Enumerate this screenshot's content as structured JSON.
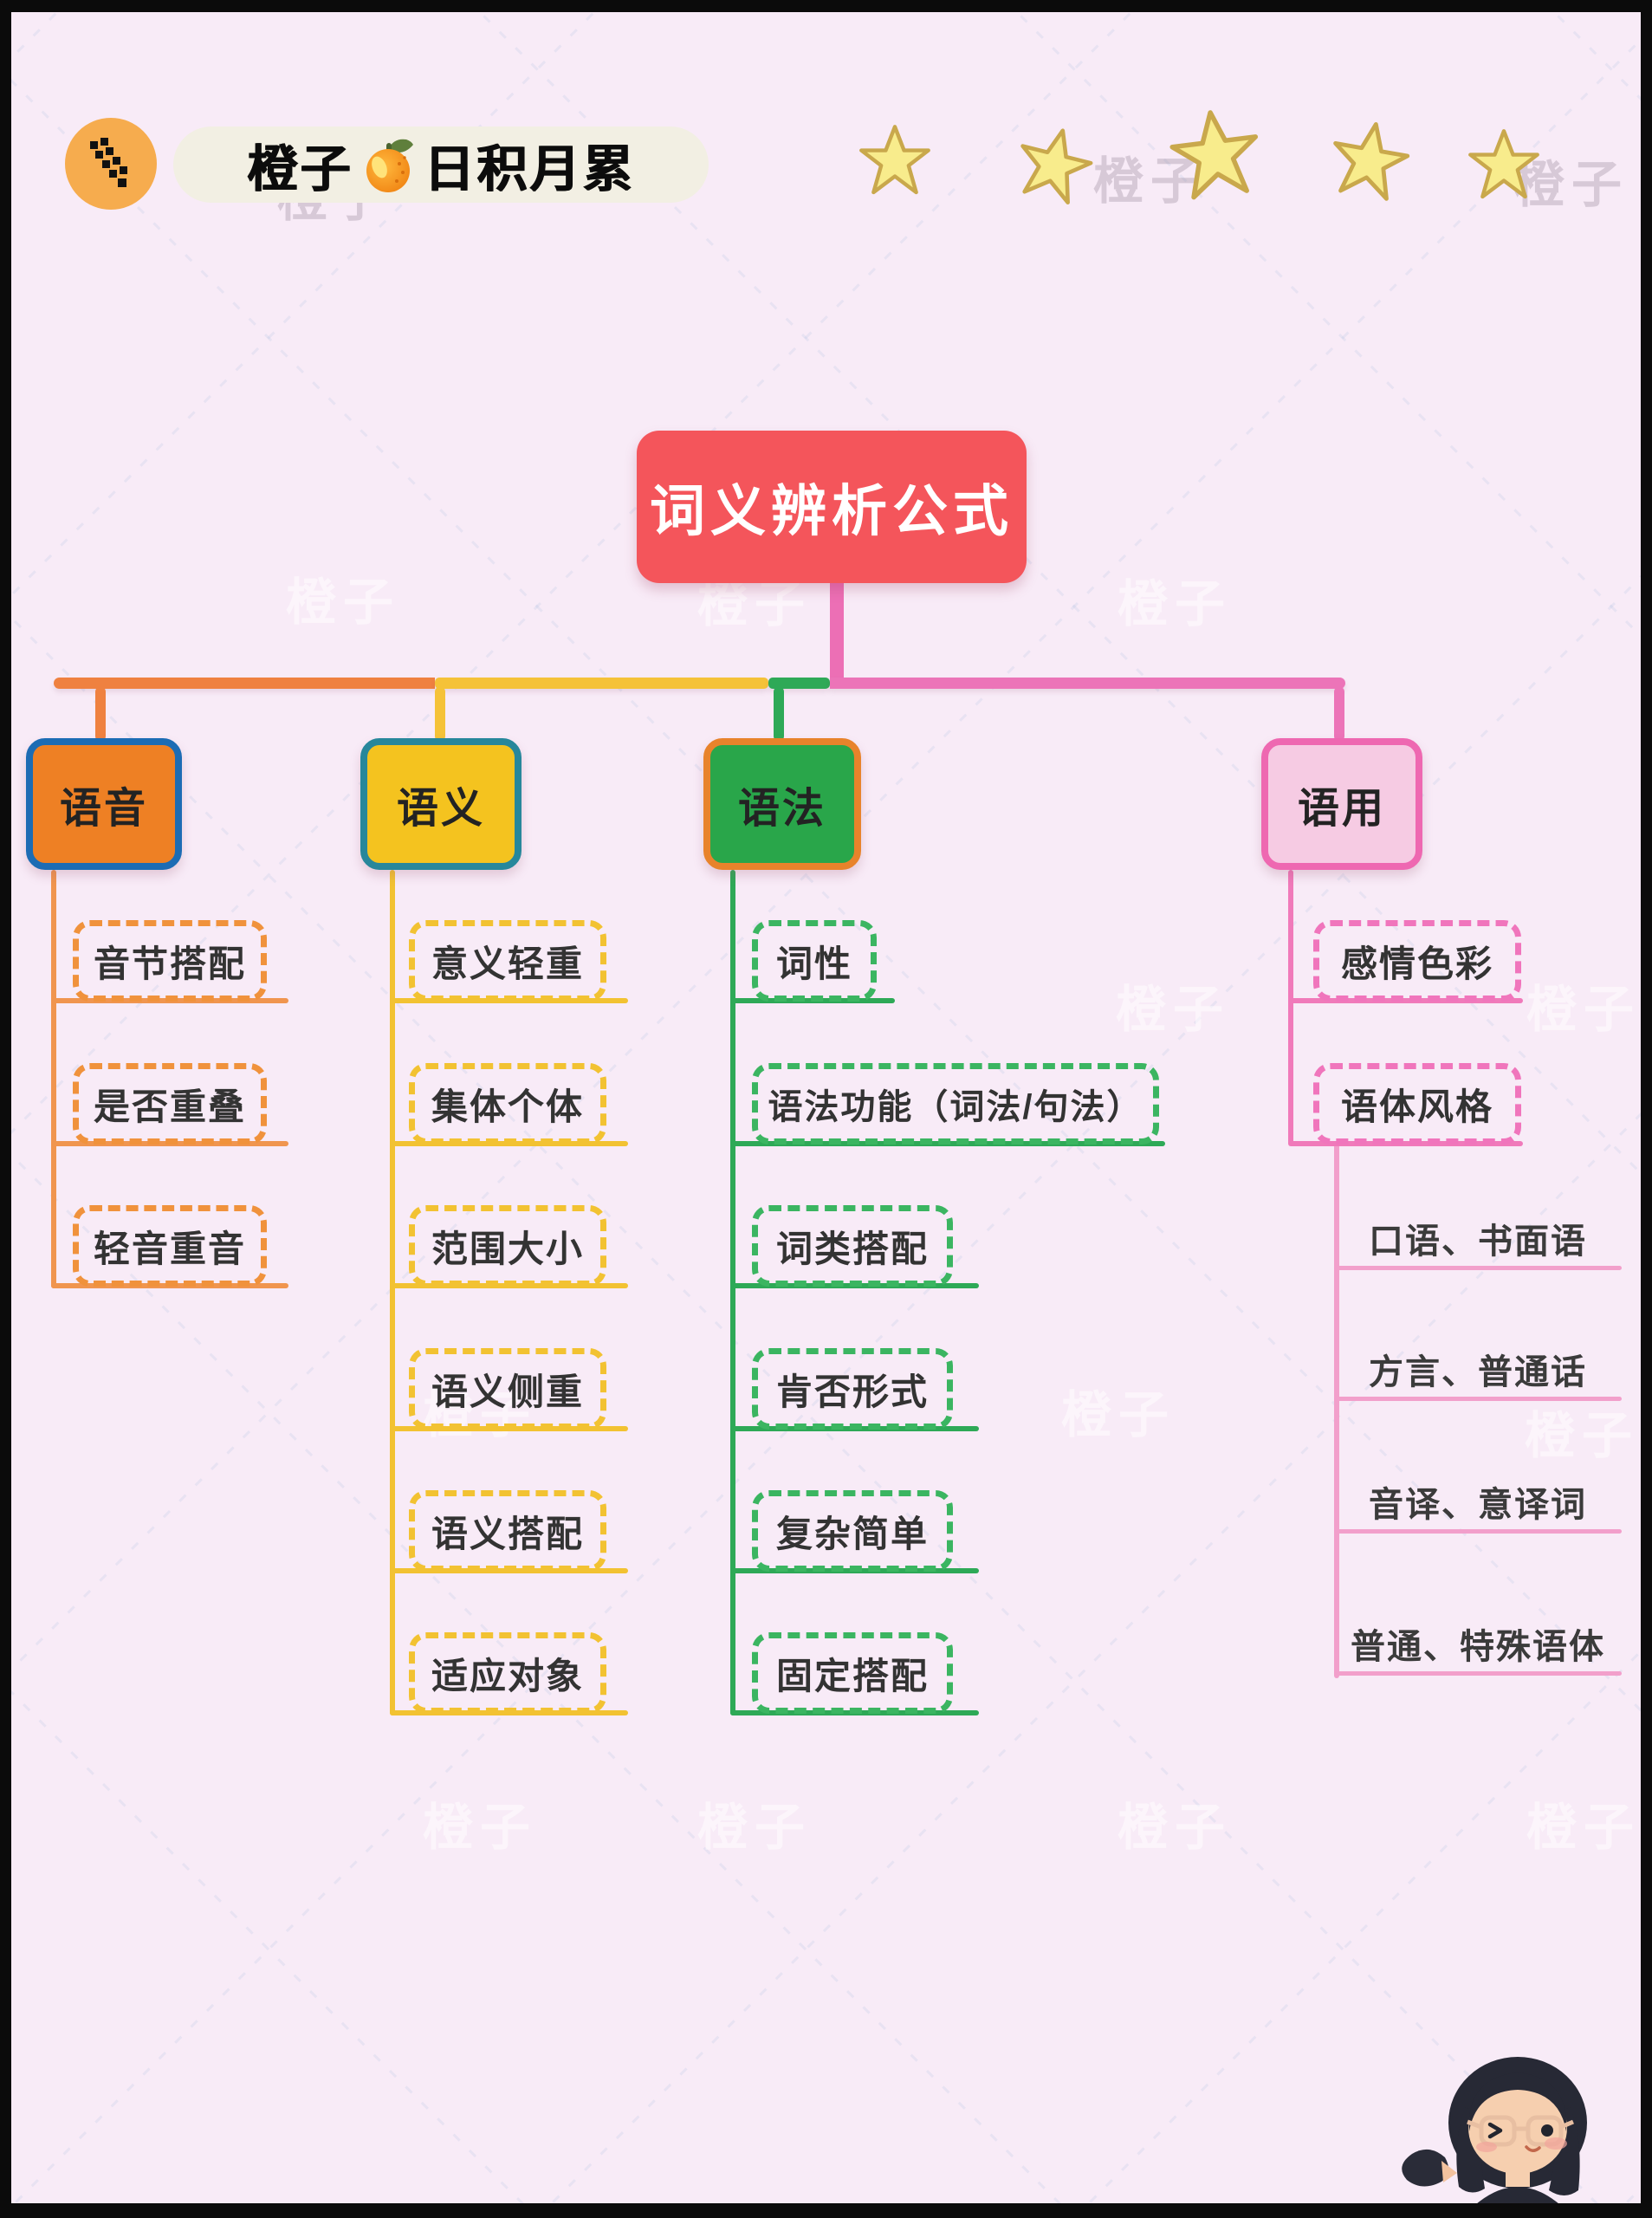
{
  "page": {
    "background": "#F8EBF7",
    "frame_color": "#0B0B0B",
    "watermark_text": "橙子"
  },
  "header": {
    "logo": {
      "bg": "#F6AC4E",
      "icon": "pixel-pen-icon"
    },
    "banner": {
      "bg": "#F2EFE3",
      "text_before": "橙子",
      "icon": "orange-fruit-icon",
      "text_after": "日积月累"
    },
    "stars": {
      "count": 5,
      "fill": "#F8EC8C",
      "stroke": "#C9A84C"
    }
  },
  "mindmap": {
    "root": {
      "label": "词义辨析公式",
      "bg": "#F4555B",
      "color": "#FFFFFF",
      "stem_color": "#EC6FB5"
    },
    "branches": [
      {
        "label": "语音",
        "fill": "#EE8024",
        "border": "#1C6CB4",
        "line": "#F0954F",
        "children": [
          {
            "label": "音节搭配"
          },
          {
            "label": "是否重叠"
          },
          {
            "label": "轻音重音"
          }
        ]
      },
      {
        "label": "语义",
        "fill": "#F4C31F",
        "border": "#27879B",
        "line": "#F2C232",
        "children": [
          {
            "label": "意义轻重"
          },
          {
            "label": "集体个体"
          },
          {
            "label": "范围大小"
          },
          {
            "label": "语义侧重"
          },
          {
            "label": "语义搭配"
          },
          {
            "label": "适应对象"
          }
        ]
      },
      {
        "label": "语法",
        "fill": "#29A64A",
        "border": "#E8832B",
        "line": "#2EA957",
        "children": [
          {
            "label": "词性"
          },
          {
            "label": "语法功能（词法/句法）"
          },
          {
            "label": "词类搭配"
          },
          {
            "label": "肯否形式"
          },
          {
            "label": "复杂简单"
          },
          {
            "label": "固定搭配"
          }
        ]
      },
      {
        "label": "语用",
        "fill": "#F6CBE3",
        "border": "#EE68B1",
        "line": "#F07ABA",
        "children": [
          {
            "label": "感情色彩"
          },
          {
            "label": "语体风格"
          }
        ],
        "leaves": [
          {
            "label": "口语、书面语"
          },
          {
            "label": "方言、普通话"
          },
          {
            "label": "音译、意译词"
          },
          {
            "label": "普通、特殊语体"
          }
        ]
      }
    ]
  },
  "avatar": {
    "name": "girl-with-glasses-avatar"
  }
}
